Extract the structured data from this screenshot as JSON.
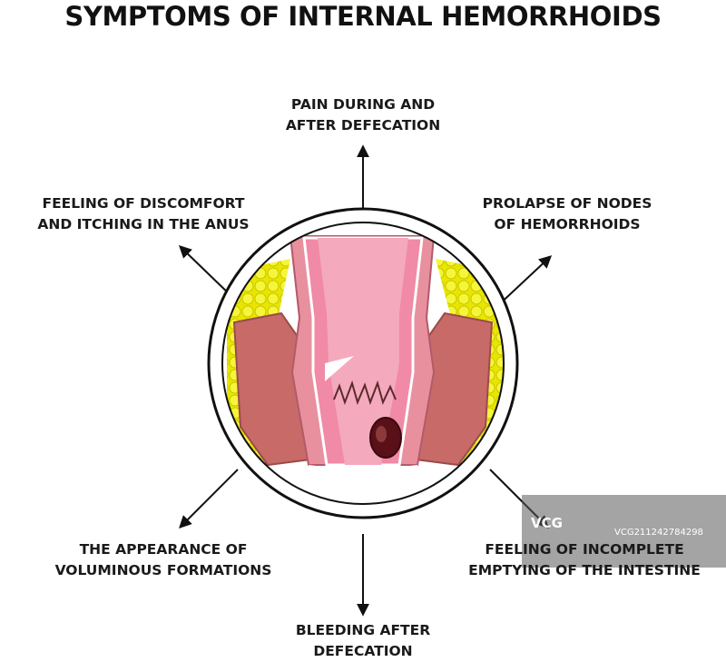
{
  "title": "SYMPTOMS OF INTERNAL HEMORRHOIDS",
  "symptoms": [
    {
      "line1": "PAIN DURING AND",
      "line2": "AFTER DEFECATION"
    },
    {
      "line1": "FEELING OF DISCOMFORT",
      "line2": "AND ITCHING IN THE ANUS"
    },
    {
      "line1": "PROLAPSE OF NODES",
      "line2": "OF HEMORRHOIDS"
    },
    {
      "line1": "THE APPEARANCE OF",
      "line2": "VOLUMINOUS FORMATIONS"
    },
    {
      "line1": "FEELING OF INCOMPLETE",
      "line2": "EMPTYING OF THE INTESTINE"
    },
    {
      "line1": "BLEEDING AFTER",
      "line2": "DEFECATION"
    }
  ],
  "watermark": {
    "logo": "VCG",
    "id": "VCG211242784298"
  },
  "colors": {
    "arrow": "#111111",
    "fat": "#f2f20f",
    "muscle": "#c86a68",
    "mucosa": "#f08aa6",
    "lumen": "#f4a9bd",
    "hemorrhoid": "#5a1018"
  }
}
